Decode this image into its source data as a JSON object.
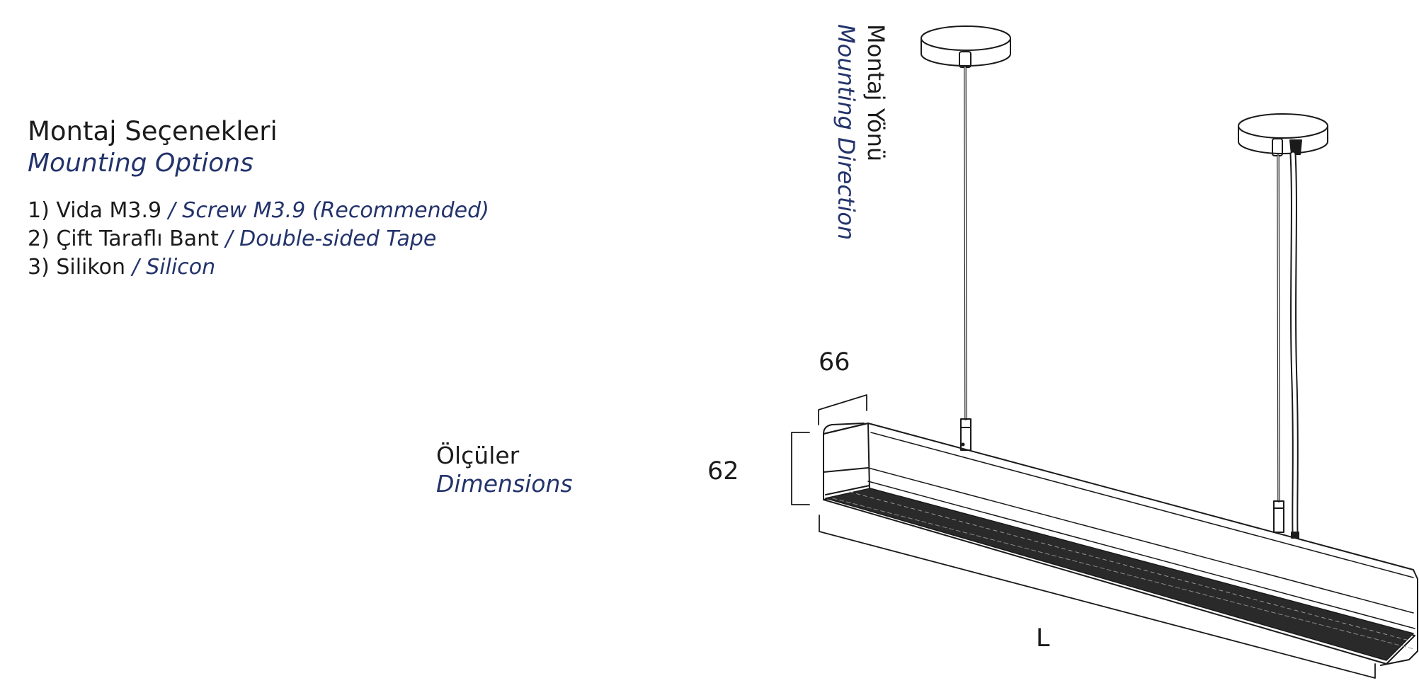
{
  "mounting": {
    "title_tr": "Montaj Seçenekleri",
    "title_en": "Mounting Options",
    "options": [
      {
        "tr": "1) Vida M3.9",
        "en": "/ Screw M3.9 (Recommended)"
      },
      {
        "tr": "2) Çift Taraflı Bant",
        "en": "/ Double-sided Tape"
      },
      {
        "tr": "3) Silikon",
        "en": "/ Silicon"
      }
    ]
  },
  "dimensions": {
    "label_tr": "Ölçüler",
    "label_en": "Dimensions",
    "width": "66",
    "height": "62",
    "length": "L"
  },
  "direction": {
    "label_tr": "Montaj Yönü",
    "label_en": "Mounting Direction"
  },
  "colors": {
    "text": "#1b1b1b",
    "accent": "#23336b",
    "line": "#1a1a1a"
  },
  "icons": [
    "ceiling-canopy-icon",
    "suspension-cable-icon",
    "linear-luminaire-icon"
  ]
}
